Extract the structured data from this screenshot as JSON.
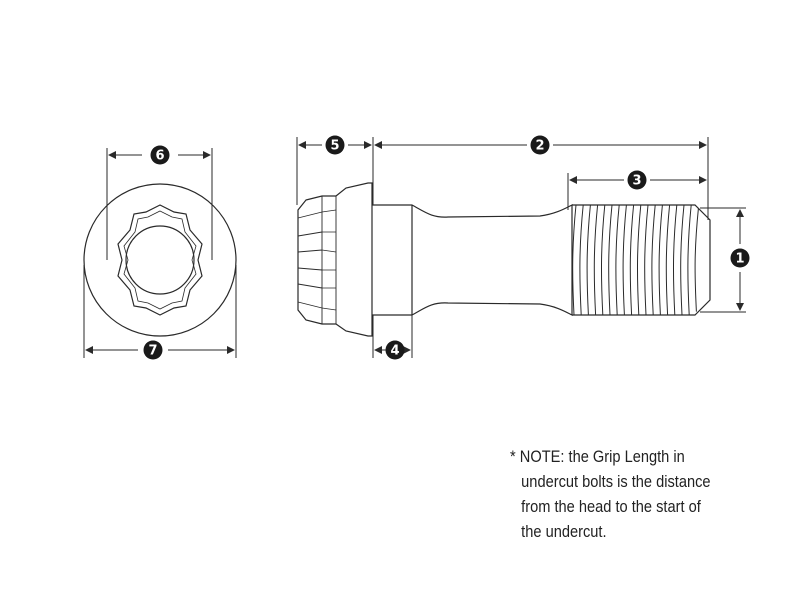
{
  "callouts": {
    "c1": "1",
    "c2": "2",
    "c3": "3",
    "c4": "4",
    "c5": "5",
    "c6": "6",
    "c7": "7"
  },
  "note": {
    "marker": "*",
    "lines": [
      "NOTE: the Grip Length in",
      "undercut bolts is the distance",
      "from the head to the start of",
      "the undercut."
    ]
  },
  "colors": {
    "line": "#2a2a2a",
    "callout_fill": "#1a1a1a",
    "background": "#ffffff"
  }
}
